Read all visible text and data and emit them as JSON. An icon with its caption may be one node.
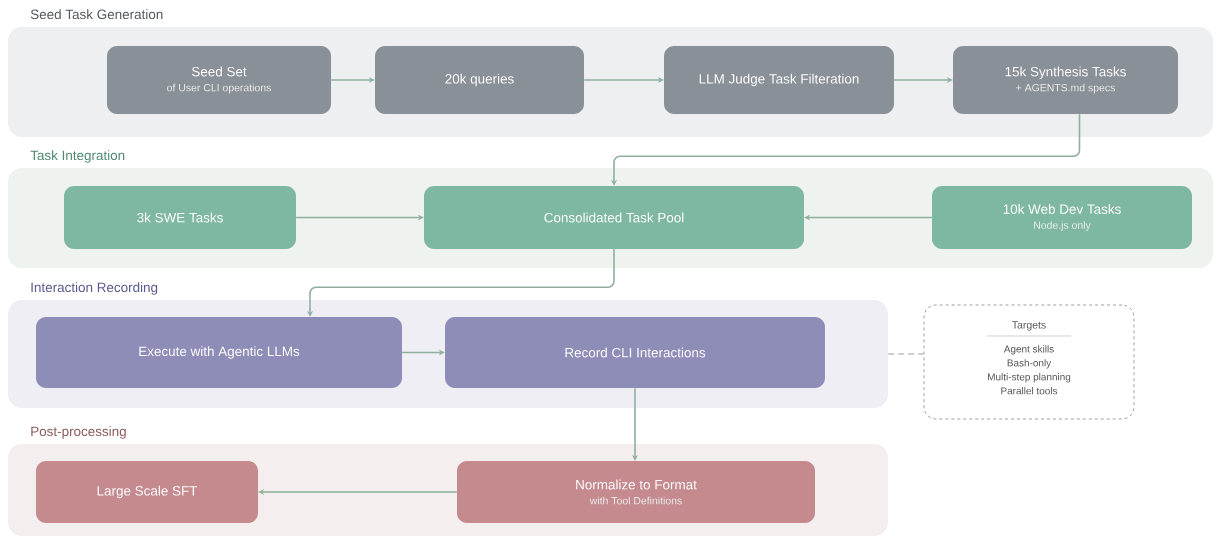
{
  "diagram": {
    "nodes": [
      {
        "text": [
          "Seed Task Generation"
        ]
      },
      {
        "text": [
          "Seed Set",
          "of User CLI operations"
        ],
        "in": 0
      },
      {
        "text": [
          "20k queries"
        ],
        "in": 0
      },
      {
        "text": [
          "LLM Judge Task Filteration"
        ],
        "in": 0
      },
      {
        "text": [
          "15k Synthesis Tasks",
          "+ AGENTS.md specs"
        ],
        "in": 0
      },
      {
        "text": [
          "Task Integration"
        ]
      },
      {
        "text": [
          "3k SWE Tasks"
        ],
        "in": 5
      },
      {
        "text": [
          "Consolidated Task Pool"
        ],
        "in": 5
      },
      {
        "text": [
          "10k Web Dev Tasks",
          "Node.js only"
        ],
        "in": 5
      },
      {
        "text": [
          "Interaction Recording"
        ]
      },
      {
        "text": [
          "Execute with Agentic LLMs"
        ],
        "in": 9
      },
      {
        "text": [
          "Record CLI Interactions"
        ],
        "in": 9
      },
      {
        "text": [
          "Targets",
          "Agent skills",
          "Bash-only",
          "Multi-step planning",
          "Parallel tools"
        ]
      },
      {
        "text": [
          "Post-processing"
        ]
      },
      {
        "text": [
          "Large Scale SFT"
        ],
        "in": 13
      },
      {
        "text": [
          "Normalize to Format",
          "with Tool Definitions"
        ],
        "in": 13
      }
    ],
    "edges": [
      {
        "from": 1,
        "to": 2,
        "arrow": "to"
      },
      {
        "from": 2,
        "to": 3,
        "arrow": "to"
      },
      {
        "from": 3,
        "to": 4,
        "arrow": "to"
      },
      {
        "from": 4,
        "to": 7,
        "arrow": "to"
      },
      {
        "from": 6,
        "to": 7,
        "arrow": "to"
      },
      {
        "from": 8,
        "to": 7,
        "arrow": "to"
      },
      {
        "from": 7,
        "to": 10,
        "arrow": "to"
      },
      {
        "from": 10,
        "to": 11,
        "arrow": "to"
      },
      {
        "from": 11,
        "to": 15,
        "arrow": "to"
      },
      {
        "from": 15,
        "to": 14,
        "arrow": "to"
      },
      {
        "from": 9,
        "to": 12,
        "arrow": "none",
        "style": "dashed",
        "color": "#a0a0a0"
      }
    ]
  }
}
